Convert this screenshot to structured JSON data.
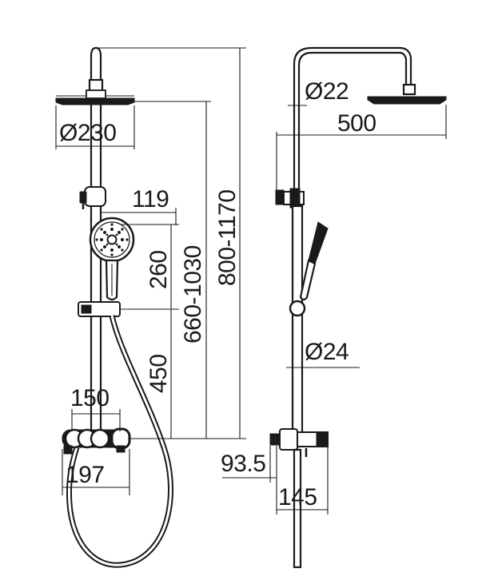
{
  "dimensions": {
    "shower_head_diameter": "Ø230",
    "arm_distance": "119",
    "hand_shower_height": "260",
    "slider_to_mixer": "450",
    "mixer_body_width": "150",
    "mixer_total_width": "197",
    "rail_adjust_range": "660-1030",
    "total_height_range": "800-1170",
    "pipe_upper_diameter": "Ø22",
    "arm_projection": "500",
    "pipe_lower_diameter": "Ø24",
    "spout_offset": "93.5",
    "spout_projection": "145"
  },
  "colors": {
    "line": "#1a1a1a",
    "background": "#ffffff"
  }
}
